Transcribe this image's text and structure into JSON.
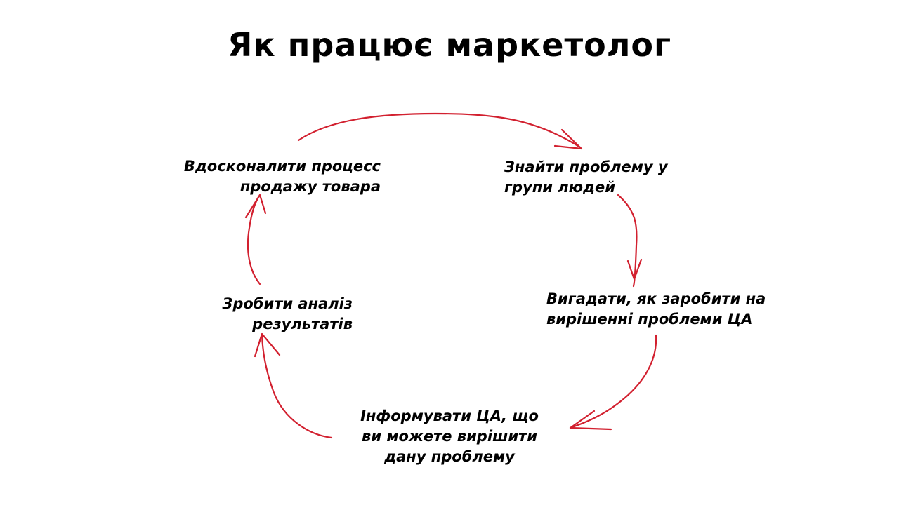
{
  "title": "Як працює маркетолог",
  "steps": [
    {
      "lines": [
        "Вдосконалити процесс",
        "продажу товара"
      ]
    },
    {
      "lines": [
        "Знайти проблему у",
        "групи людей"
      ]
    },
    {
      "lines": [
        "Вигадати, як заробити на",
        "вирішенні проблеми ЦА"
      ]
    },
    {
      "lines": [
        "Інформувати ЦА, що",
        "ви можете вирішити",
        "дану проблему"
      ]
    },
    {
      "lines": [
        "Зробити аналіз",
        "результатів"
      ]
    }
  ],
  "colors": {
    "arrow": "#d2202f",
    "text": "#000000",
    "background": "#ffffff"
  }
}
